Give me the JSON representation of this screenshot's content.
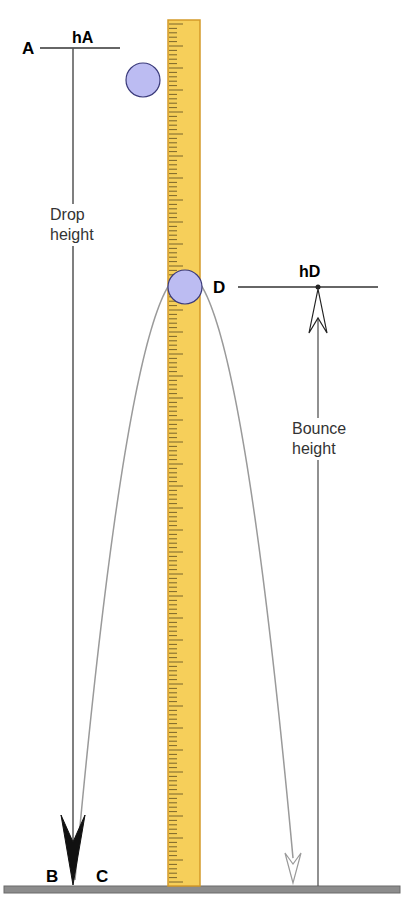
{
  "diagram": {
    "labels": [
      "A",
      "hA",
      "Drop height",
      "D",
      "hD",
      "Bounce height",
      "B",
      "C"
    ]
  }
}
